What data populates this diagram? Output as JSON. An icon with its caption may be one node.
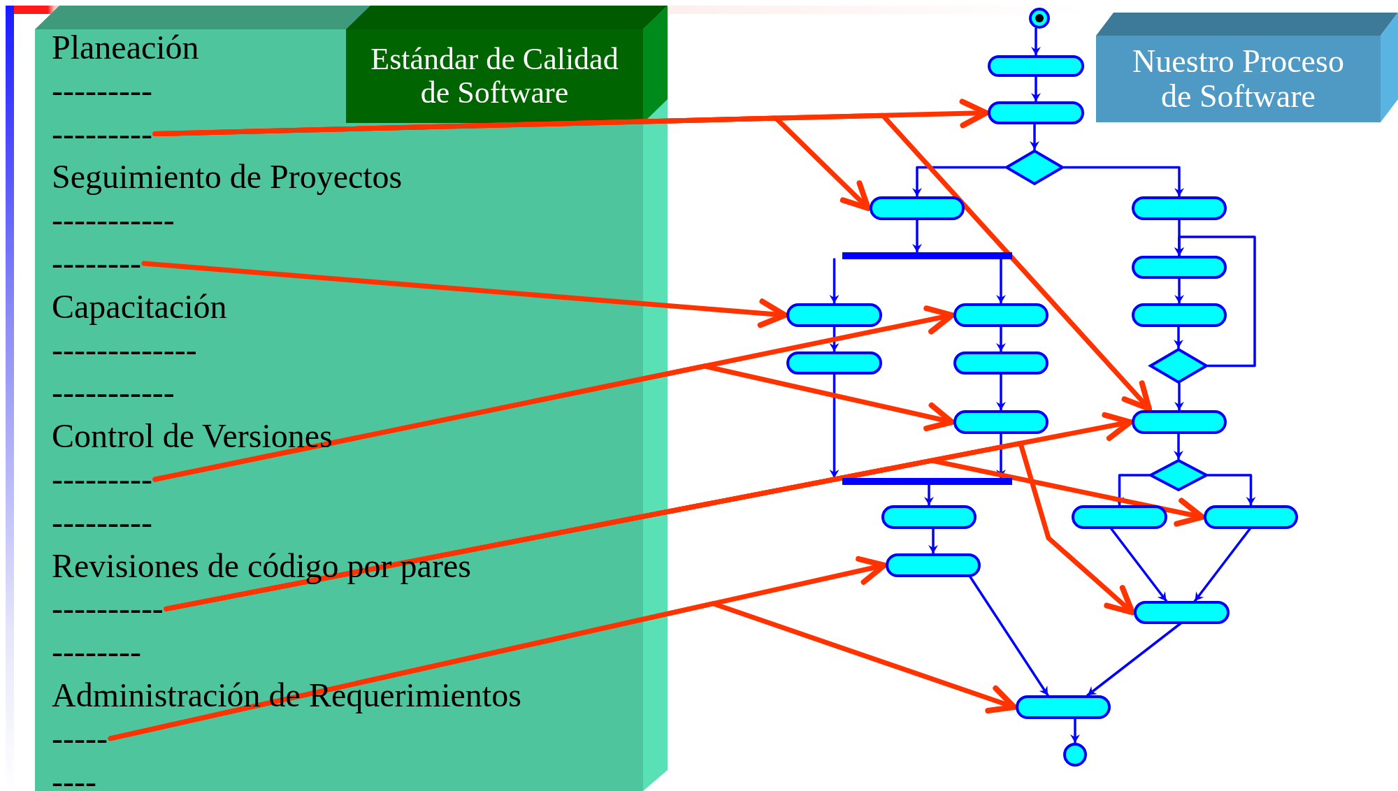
{
  "diagram": {
    "nodes": [
      {
        "text": [],
        "shape": "box"
      },
      {
        "text": [
          "Estándar de Calidad de Software"
        ],
        "in": 0
      },
      {
        "text": [
          "Planeación"
        ],
        "in": 0
      },
      {
        "text": [
          "---------"
        ],
        "in": 0
      },
      {
        "text": [
          "---------"
        ],
        "in": 0
      },
      {
        "text": [
          "Seguimiento de Proyectos"
        ],
        "in": 0
      },
      {
        "text": [
          "-----------"
        ],
        "in": 0
      },
      {
        "text": [
          "--------"
        ],
        "in": 0
      },
      {
        "text": [
          "Capacitación"
        ],
        "in": 0
      },
      {
        "text": [
          "-------------"
        ],
        "in": 0
      },
      {
        "text": [
          "-----------"
        ],
        "in": 0
      },
      {
        "text": [
          "Control de Versiones"
        ],
        "in": 0
      },
      {
        "text": [
          "---------"
        ],
        "in": 0
      },
      {
        "text": [
          "---------"
        ],
        "in": 0
      },
      {
        "text": [
          "Revisiones de código por pares"
        ],
        "in": 0
      },
      {
        "text": [
          "----------"
        ],
        "in": 0
      },
      {
        "text": [
          "--------"
        ],
        "in": 0
      },
      {
        "text": [
          "Administración de Requerimientos"
        ],
        "in": 0
      },
      {
        "text": [
          "-----"
        ],
        "in": 0
      },
      {
        "text": [
          "----"
        ],
        "in": 0
      },
      {
        "text": [
          "Nuestro Proceso de Software"
        ]
      },
      {
        "text": [],
        "shape": "circle"
      },
      {
        "text": [],
        "shape": "box"
      },
      {
        "text": [],
        "shape": "box"
      },
      {
        "text": [],
        "shape": "diamond"
      },
      {
        "text": [],
        "shape": "box"
      },
      {
        "text": [],
        "shape": "box"
      },
      {
        "text": [],
        "shape": "bar"
      },
      {
        "text": [],
        "shape": "box"
      },
      {
        "text": [],
        "shape": "box"
      },
      {
        "text": [],
        "shape": "box"
      },
      {
        "text": [],
        "shape": "box"
      },
      {
        "text": [],
        "shape": "box"
      },
      {
        "text": [],
        "shape": "box"
      },
      {
        "text": [],
        "shape": "diamond"
      },
      {
        "text": [],
        "shape": "box"
      },
      {
        "text": [],
        "shape": "box"
      },
      {
        "text": [],
        "shape": "bar"
      },
      {
        "text": [],
        "shape": "diamond"
      },
      {
        "text": [],
        "shape": "box"
      },
      {
        "text": [],
        "shape": "box"
      },
      {
        "text": [],
        "shape": "box"
      },
      {
        "text": [],
        "shape": "box"
      },
      {
        "text": [],
        "shape": "box"
      },
      {
        "text": [],
        "shape": "box"
      },
      {
        "text": [],
        "shape": "circle"
      }
    ],
    "edges": [
      {
        "from": 21,
        "to": 22,
        "arrow": "to"
      },
      {
        "from": 22,
        "to": 23,
        "arrow": "to"
      },
      {
        "from": 23,
        "to": 24,
        "arrow": "to"
      },
      {
        "from": 24,
        "to": 25,
        "arrow": "to"
      },
      {
        "from": 24,
        "to": 26,
        "arrow": "to"
      },
      {
        "from": 25,
        "to": 27,
        "arrow": "to"
      },
      {
        "from": 27,
        "to": 28,
        "arrow": "to"
      },
      {
        "from": 27,
        "to": 29,
        "arrow": "to"
      },
      {
        "from": 28,
        "to": 31,
        "arrow": "to"
      },
      {
        "from": 29,
        "to": 32,
        "arrow": "to"
      },
      {
        "from": 32,
        "to": 35,
        "arrow": "to"
      },
      {
        "from": 31,
        "to": 37,
        "arrow": "to"
      },
      {
        "from": 35,
        "to": 37,
        "arrow": "to"
      },
      {
        "from": 37,
        "to": 39,
        "arrow": "to"
      },
      {
        "from": 39,
        "to": 42,
        "arrow": "to"
      },
      {
        "from": 42,
        "to": 44,
        "arrow": "to"
      },
      {
        "from": 26,
        "to": 30,
        "arrow": "to"
      },
      {
        "from": 30,
        "to": 33,
        "arrow": "to"
      },
      {
        "from": 33,
        "to": 34,
        "arrow": "to"
      },
      {
        "from": 34,
        "to": 30,
        "arrow": "to"
      },
      {
        "from": 34,
        "to": 36,
        "arrow": "to"
      },
      {
        "from": 36,
        "to": 38,
        "arrow": "to"
      },
      {
        "from": 38,
        "to": 40,
        "arrow": "to"
      },
      {
        "from": 38,
        "to": 41,
        "arrow": "to"
      },
      {
        "from": 40,
        "to": 43,
        "arrow": "to"
      },
      {
        "from": 41,
        "to": 43,
        "arrow": "to"
      },
      {
        "from": 43,
        "to": 44,
        "arrow": "to"
      },
      {
        "from": 44,
        "to": 45,
        "arrow": "to"
      },
      {
        "from": 4,
        "to": 23,
        "arrow": "to",
        "style": "thick",
        "color": "#ff3300"
      },
      {
        "from": 4,
        "to": 25,
        "arrow": "to",
        "style": "thick",
        "color": "#ff3300"
      },
      {
        "from": 4,
        "to": 36,
        "arrow": "to",
        "style": "thick",
        "color": "#ff3300"
      },
      {
        "from": 7,
        "to": 28,
        "arrow": "to",
        "style": "thick",
        "color": "#ff3300"
      },
      {
        "from": 12,
        "to": 29,
        "arrow": "to",
        "style": "thick",
        "color": "#ff3300"
      },
      {
        "from": 12,
        "to": 35,
        "arrow": "to",
        "style": "thick",
        "color": "#ff3300"
      },
      {
        "from": 15,
        "to": 36,
        "arrow": "to",
        "style": "thick",
        "color": "#ff3300"
      },
      {
        "from": 15,
        "to": 41,
        "arrow": "to",
        "style": "thick",
        "color": "#ff3300"
      },
      {
        "from": 15,
        "to": 43,
        "arrow": "to",
        "style": "thick",
        "color": "#ff3300"
      },
      {
        "from": 18,
        "to": 42,
        "arrow": "to",
        "style": "thick",
        "color": "#ff3300"
      },
      {
        "from": 18,
        "to": 44,
        "arrow": "to",
        "style": "thick",
        "color": "#ff3300"
      }
    ]
  }
}
